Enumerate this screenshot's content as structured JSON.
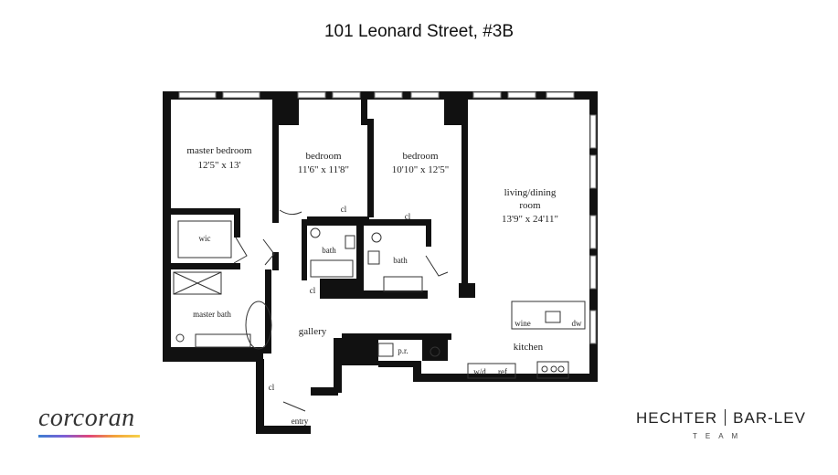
{
  "header": {
    "title": "101 Leonard Street, #3B"
  },
  "rooms": {
    "master_bedroom": {
      "name": "master bedroom",
      "dims": "12'5\" x 13'"
    },
    "bedroom_2": {
      "name": "bedroom",
      "dims": "11'6\" x 11'8\""
    },
    "bedroom_3": {
      "name": "bedroom",
      "dims": "10'10\" x 12'5\""
    },
    "living_dining": {
      "name_line1": "living/dining",
      "name_line2": "room",
      "dims": "13'9\" x 24'11\""
    },
    "wic": "wic",
    "cl_1": "cl",
    "cl_2": "cl",
    "cl_3": "cl",
    "cl_4": "cl",
    "bath_1": "bath",
    "bath_2": "bath",
    "master_bath": "master bath",
    "gallery": "gallery",
    "powder_room": "p.r.",
    "kitchen": "kitchen",
    "wine": "wine",
    "dw": "dw",
    "wd": "w/d",
    "ref": "ref",
    "entry": "entry"
  },
  "branding": {
    "corcoran": "corcoran",
    "team_left": "HECHTER",
    "team_right": "BAR-LEV",
    "team_sub": "TEAM"
  },
  "colors": {
    "wall": "#111111",
    "text": "#222222"
  }
}
